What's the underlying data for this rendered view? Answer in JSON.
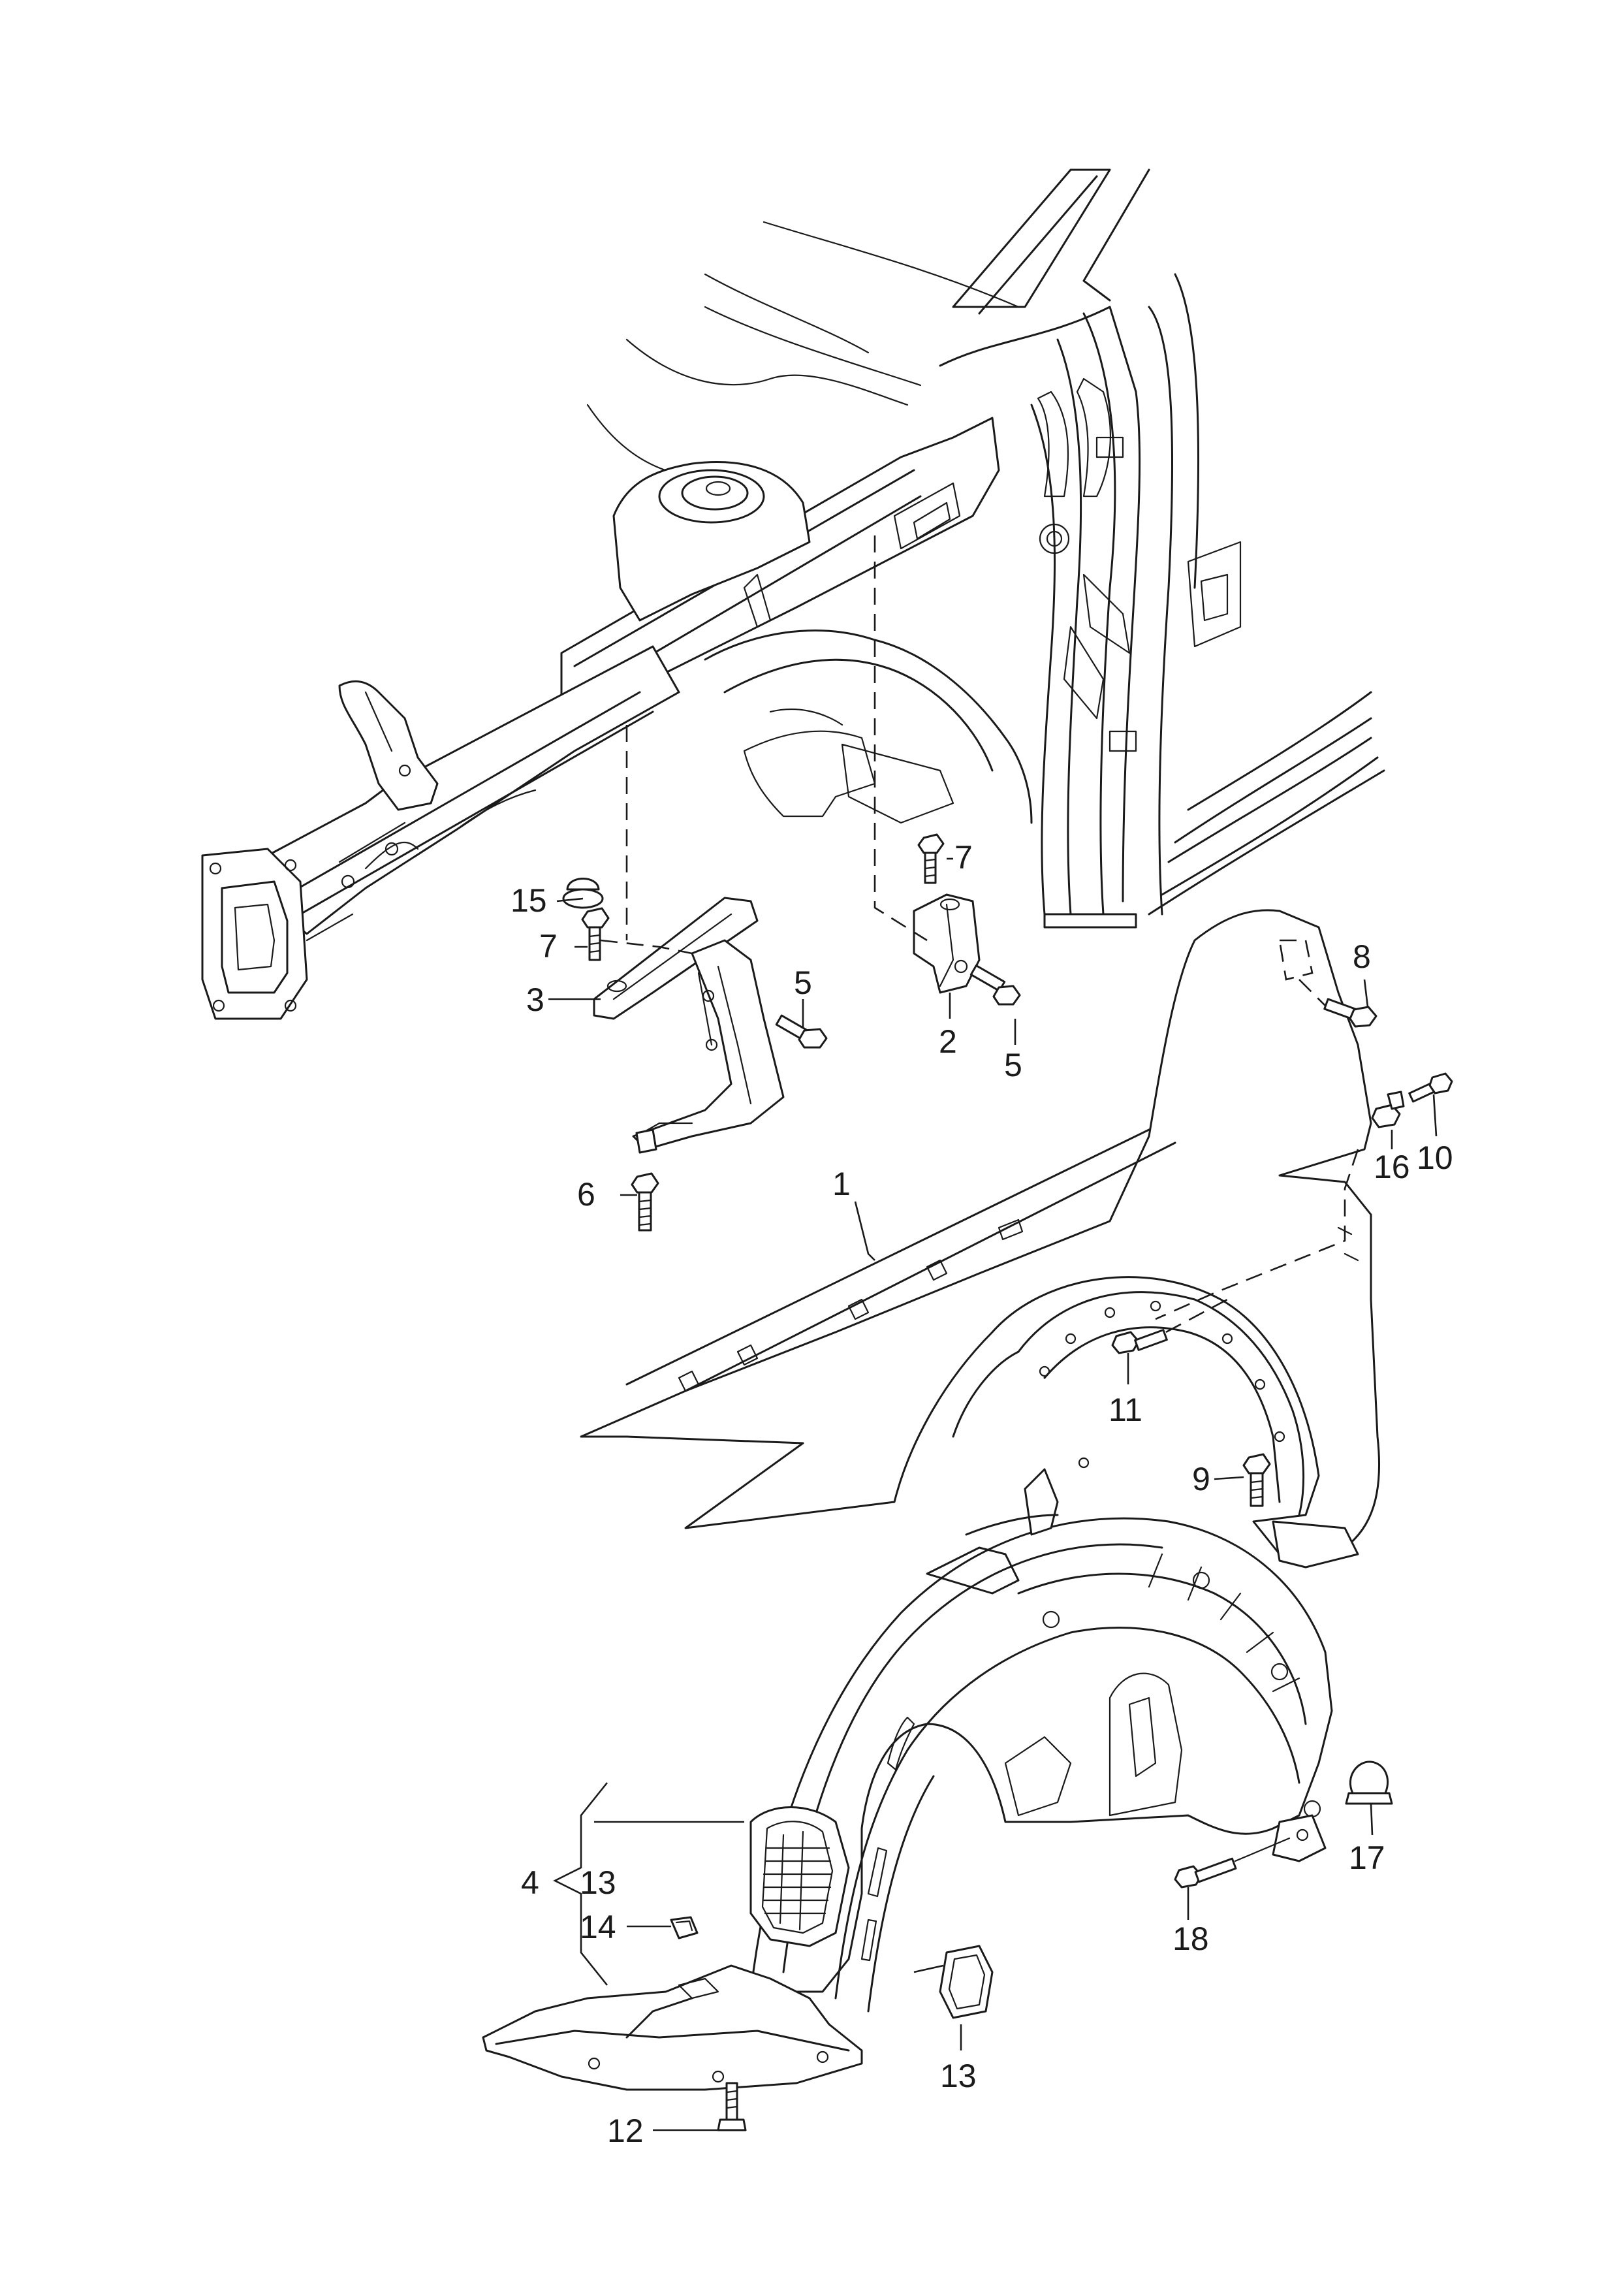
{
  "callouts": {
    "c1": "1",
    "c2": "2",
    "c3": "3",
    "c4": "4",
    "c5a": "5",
    "c5b": "5",
    "c6": "6",
    "c7a": "7",
    "c7b": "7",
    "c8": "8",
    "c9": "9",
    "c10": "10",
    "c11": "11",
    "c12": "12",
    "c13a": "13",
    "c13b": "13",
    "c14": "14",
    "c15": "15",
    "c16": "16",
    "c17": "17",
    "c18": "18"
  }
}
